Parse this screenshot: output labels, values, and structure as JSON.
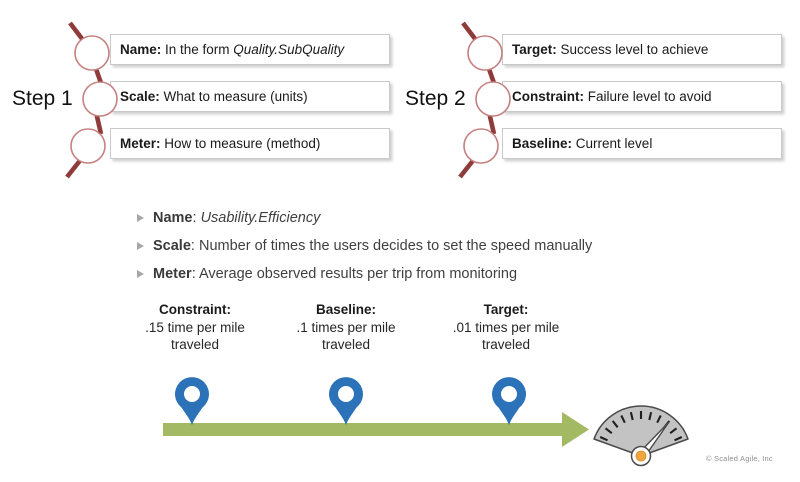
{
  "steps": [
    {
      "label": "Step 1",
      "items": [
        {
          "term": "Name:",
          "plain": " In the form ",
          "italic": "Quality.SubQuality"
        },
        {
          "term": "Scale:",
          "plain": " What to measure (units)",
          "italic": ""
        },
        {
          "term": "Meter:",
          "plain": " How to measure (method)",
          "italic": ""
        }
      ]
    },
    {
      "label": "Step 2",
      "items": [
        {
          "term": "Target:",
          "plain": " Success level to achieve",
          "italic": ""
        },
        {
          "term": "Constraint:",
          "plain": " Failure level to avoid",
          "italic": ""
        },
        {
          "term": "Baseline:",
          "plain": " Current level",
          "italic": ""
        }
      ]
    }
  ],
  "example": {
    "bullets": [
      {
        "term": "Name",
        "sep": ": ",
        "italic": "Usability.Efficiency",
        "plain": ""
      },
      {
        "term": "Scale",
        "sep": ": ",
        "italic": "",
        "plain": "Number of times the users decides to set the speed manually"
      },
      {
        "term": "Meter",
        "sep": ": ",
        "italic": "",
        "plain": "Average observed results per trip from monitoring"
      }
    ],
    "milestones": [
      {
        "label": "Constraint:",
        "value": ".15 time per mile",
        "unit": "traveled"
      },
      {
        "label": "Baseline:",
        "value": ".1 times per mile",
        "unit": "traveled"
      },
      {
        "label": "Target:",
        "value": ".01 times per mile",
        "unit": "traveled"
      }
    ]
  },
  "icons": {
    "chain": "chain-link-icon",
    "bullet": "triangle-bullet-icon",
    "pin": "map-pin-icon",
    "arrow": "timeline-arrow-icon",
    "gauge": "speedometer-icon"
  },
  "colors": {
    "pin_blue": "#2b72b8",
    "arrow_green": "#a3b964",
    "chain_dark_red": "#8e3b3a",
    "chain_circle_stroke": "#c5817f",
    "gauge_gray": "#c3c3c3",
    "gauge_dot_orange": "#f0a63c",
    "bullet_gray": "#a8a8a8"
  },
  "footer": {
    "copyright": "© Scaled Agile, Inc"
  }
}
